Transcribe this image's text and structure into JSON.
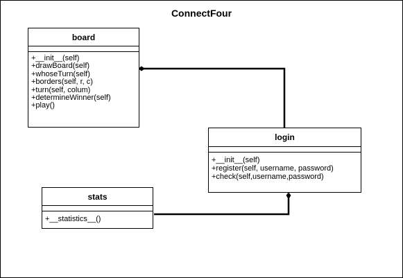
{
  "diagram": {
    "title": "ConnectFour",
    "classes": {
      "board": {
        "name": "board",
        "methods": [
          "+__init__(self)",
          "+drawBoard(self)",
          "+whoseTurn(self)",
          "+borders(self, r, c)",
          "+turn(self, colum)",
          "+determineWinner(self)",
          "+play()"
        ]
      },
      "login": {
        "name": "login",
        "methods": [
          "+__init__(self)",
          "+register(self, username, password)",
          "+check(self,username,password)"
        ]
      },
      "stats": {
        "name": "stats",
        "methods": [
          "+__statistics__()"
        ]
      }
    },
    "connections": [
      {
        "from": "board",
        "to": "login",
        "kind": "composition"
      },
      {
        "from": "stats",
        "to": "login",
        "kind": "composition"
      }
    ]
  }
}
